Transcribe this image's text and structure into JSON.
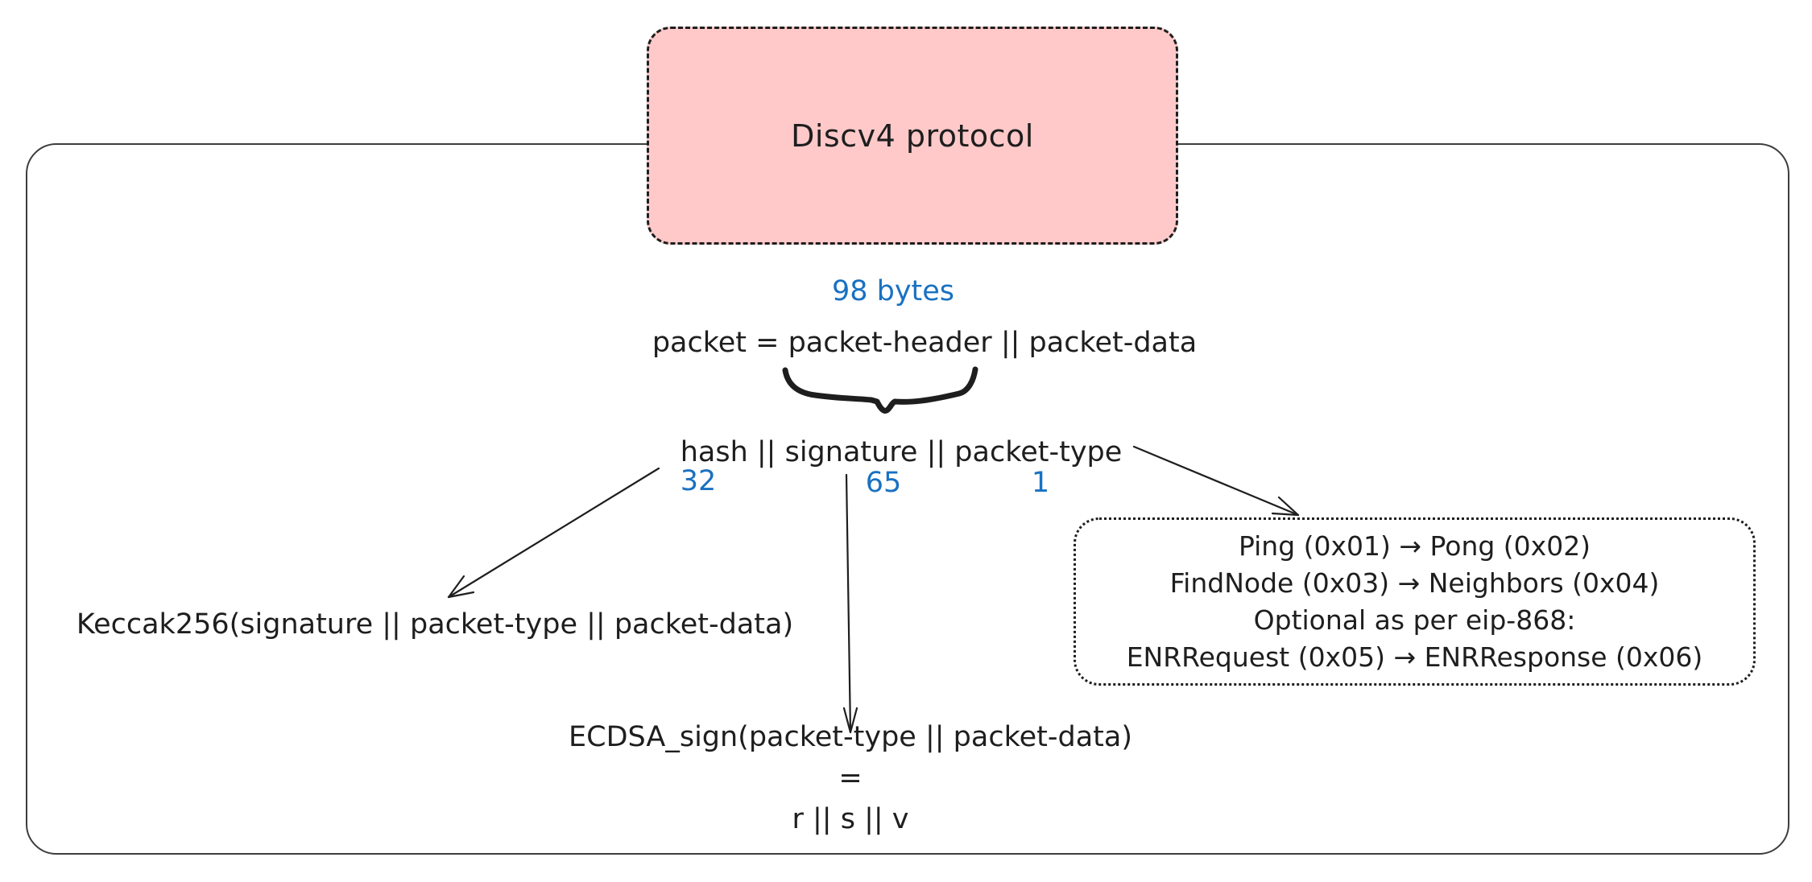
{
  "title": "Discv4 protocol",
  "colors": {
    "ink": "#1e1e1e",
    "accent_blue": "#1971c2",
    "title_box_fill": "#ffc9c9"
  },
  "packet": {
    "size_label": "98 bytes",
    "equation": "packet = packet-header || packet-data",
    "header_parts": "hash || signature || packet-type",
    "byte_sizes": {
      "hash": "32",
      "signature": "65",
      "packet_type": "1"
    }
  },
  "hash_formula": "Keccak256(signature || packet-type || packet-data)",
  "signature_formula": {
    "line1": "ECDSA_sign(packet-type || packet-data)",
    "line2": "=",
    "line3": "r || s || v"
  },
  "packet_types": {
    "lines": [
      "Ping (0x01) → Pong (0x02)",
      "FindNode (0x03) → Neighbors (0x04)",
      "Optional as per eip-868:",
      "ENRRequest (0x05) → ENRResponse (0x06)"
    ]
  }
}
